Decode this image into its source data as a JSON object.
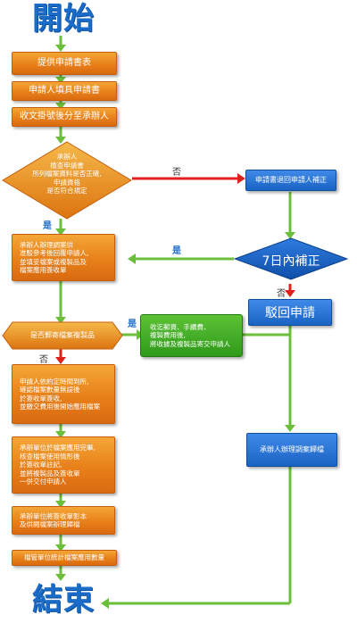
{
  "start_label": "開始",
  "end_label": "結束",
  "steps": {
    "provide_form": "提供申請書表",
    "fill_form": "申請人填具申請書",
    "register": "收文掛號後分至承辦人",
    "review_lines": [
      "承辦人",
      "檢查申請書",
      "所列檔案資料是否正確,",
      "申請資格",
      "是否符合規定"
    ],
    "return_form": "申請書退回申請人補正",
    "seven_days": "7日內補正",
    "reject": "駁回申請",
    "prepare_lines": [
      "承辦人辦理調案供",
      "准駁參考後回覆申請人,",
      "並填妥檔案或複製品及",
      "檔案應用簽收單"
    ],
    "mail_question": "是否郵寄檔案複製品",
    "mail_yes_lines": [
      "收迄郵資、手續費、",
      "複製費用後,",
      "將收據及複製品寄交申請人"
    ],
    "visit_lines": [
      "申請人依約定時間到所,",
      "確認檔案數量無誤後",
      "於簽收單簽收,",
      "並繳交費用後開始應用檔案"
    ],
    "finish_lines": [
      "承辦單位於檔案應用完畢,",
      "核查檔案使用情形後",
      "於簽收單註記,",
      "並將複製品及簽收單",
      "一併交付申請人"
    ],
    "archive_receipt_lines": [
      "承辦單位將簽收單影本",
      "及供閱檔案辦理歸檔"
    ],
    "statistics": "檔管單位統計檔案應用數量",
    "handler_archive": "承辦人辦理調案歸檔"
  },
  "labels": {
    "no": "否",
    "yes": "是"
  },
  "colors": {
    "blue": "#1a6cc8",
    "orange": "#e8801a",
    "green": "#3aa021",
    "red": "#e0201a"
  }
}
